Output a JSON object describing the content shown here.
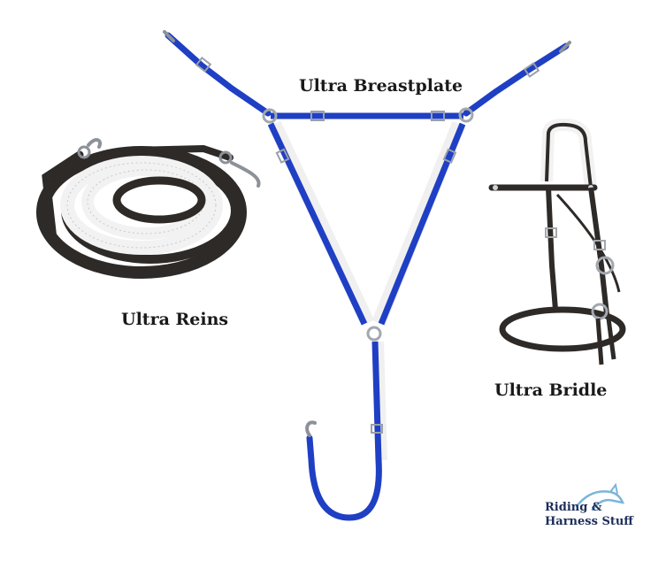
{
  "labels": {
    "breastplate": "Ultra Breastplate",
    "reins": "Ultra Reins",
    "bridle": "Ultra Bridle"
  },
  "brand": {
    "line1": "Riding &",
    "line2": "Harness Stuff"
  },
  "colors": {
    "background": "#ffffff",
    "breastplate_blue": "#1f3fc4",
    "padding_white": "#f4f4f4",
    "leather_dark": "#2e2a28",
    "hardware_silver": "#b8bcc2",
    "brand_navy": "#1c2d5a",
    "brand_horse": "#7ab6d8"
  }
}
